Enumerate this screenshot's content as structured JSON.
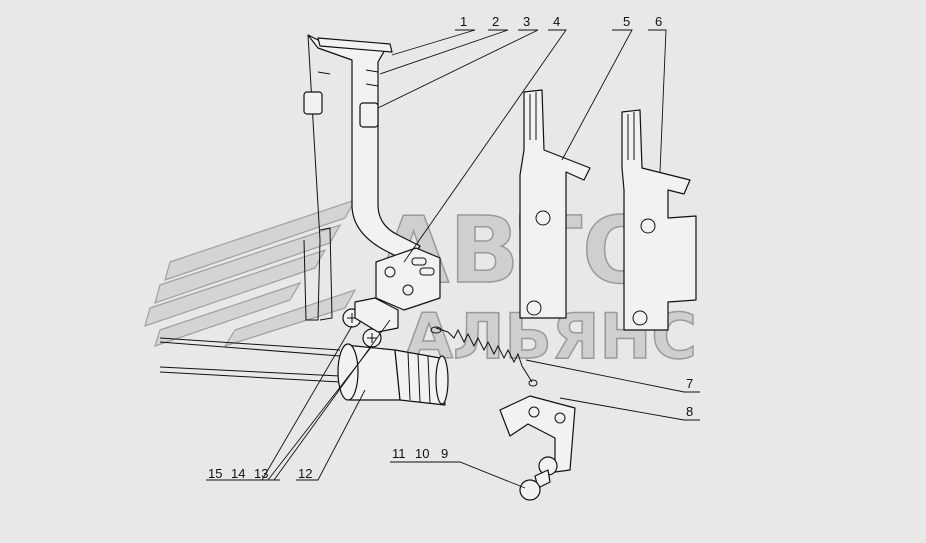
{
  "watermark": {
    "line1": "АВТО",
    "line2": "АЛЬЯНС"
  },
  "callouts": [
    {
      "id": "1",
      "label": "1"
    },
    {
      "id": "2",
      "label": "2"
    },
    {
      "id": "3",
      "label": "3"
    },
    {
      "id": "4",
      "label": "4"
    },
    {
      "id": "5",
      "label": "5"
    },
    {
      "id": "6",
      "label": "6"
    },
    {
      "id": "7",
      "label": "7"
    },
    {
      "id": "8",
      "label": "8"
    },
    {
      "id": "9",
      "label": "9"
    },
    {
      "id": "10",
      "label": "10"
    },
    {
      "id": "11",
      "label": "11"
    },
    {
      "id": "12",
      "label": "12"
    },
    {
      "id": "13",
      "label": "13"
    },
    {
      "id": "14",
      "label": "14"
    },
    {
      "id": "15",
      "label": "15"
    }
  ]
}
